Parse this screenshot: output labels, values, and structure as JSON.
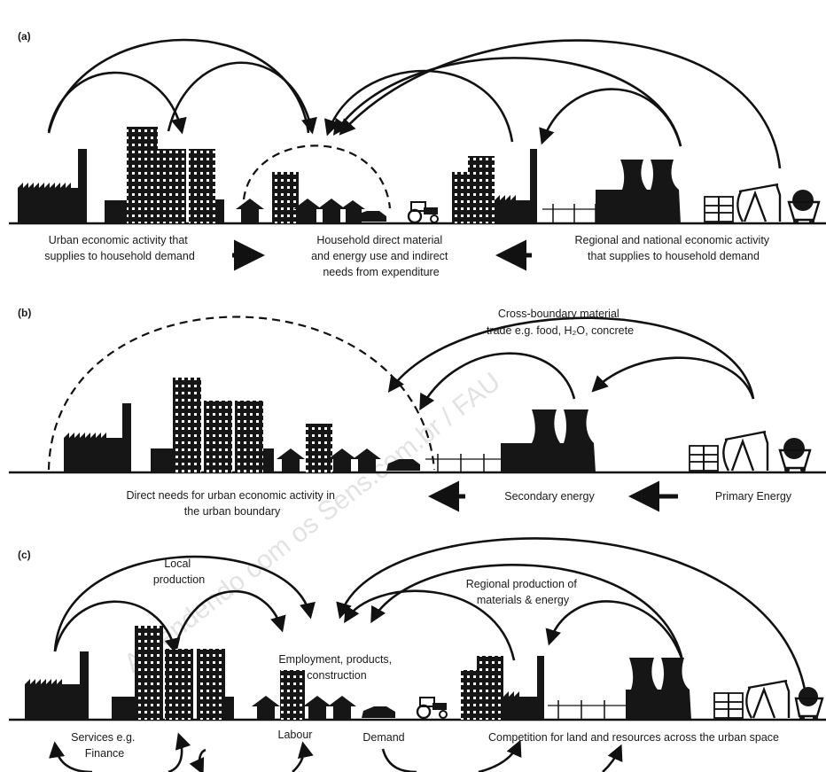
{
  "panels": {
    "a": {
      "label": "(a)",
      "left_text": [
        "Urban economic activity that",
        "supplies to household demand"
      ],
      "center_text": [
        "Household direct material",
        "and energy use and indirect",
        "needs from expenditure"
      ],
      "right_text": [
        "Regional and national economic activity",
        "that supplies to household demand"
      ]
    },
    "b": {
      "label": "(b)",
      "trade_text": [
        "Cross-boundary material",
        "trade e.g. food, H₂O, concrete"
      ],
      "left_text": [
        "Direct needs for urban economic activity in",
        "the urban boundary"
      ],
      "secondary_text": "Secondary energy",
      "primary_text": "Primary Energy"
    },
    "c": {
      "label": "(c)",
      "local_text": [
        "Local",
        "production"
      ],
      "regional_text": [
        "Regional production of",
        "materials & energy"
      ],
      "employment_text": [
        "Employment, products,",
        "construction"
      ],
      "services_text": [
        "Services e.g.",
        "Finance"
      ],
      "labour_text": "Labour",
      "demand_text": "Demand",
      "competition_text": "Competition for land and resources across the urban space"
    }
  },
  "watermark": "Aprendendo com os Sens.com.br / FAU"
}
